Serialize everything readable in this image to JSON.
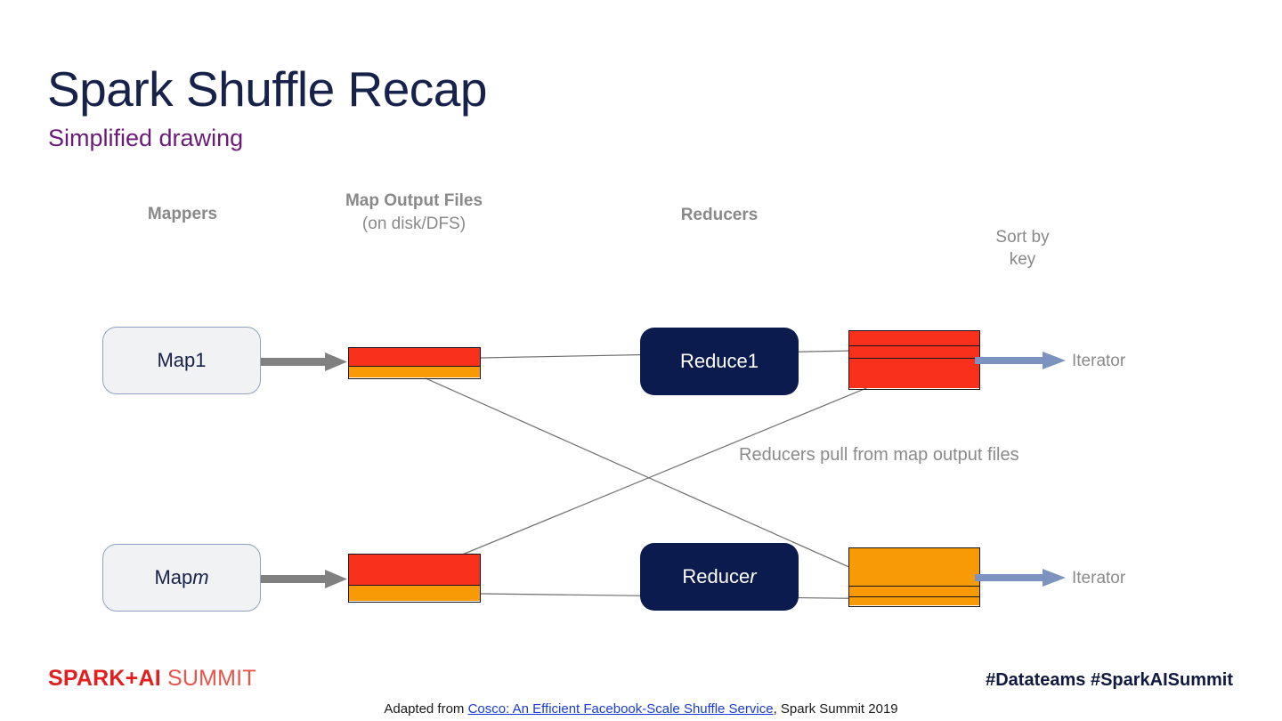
{
  "slide": {
    "title": "Spark Shuffle Recap",
    "subtitle": "Simplified drawing"
  },
  "headers": {
    "mappers": "Mappers",
    "map_output_files": "Map Output Files",
    "map_output_files_sub": "(on disk/DFS)",
    "reducers": "Reducers",
    "sort_by_key": "Sort by\nkey",
    "sort_by_key_line1": "Sort by",
    "sort_by_key_line2": "key"
  },
  "diagram": {
    "mappers": [
      {
        "label_prefix": "Map ",
        "label_suffix": "1",
        "italic_suffix": false
      },
      {
        "label_prefix": "Map ",
        "label_suffix": "m",
        "italic_suffix": true
      }
    ],
    "reducers": [
      {
        "label_prefix": "Reduce ",
        "label_suffix": "1",
        "italic_suffix": false
      },
      {
        "label_prefix": "Reduce ",
        "label_suffix": "r",
        "italic_suffix": true
      }
    ],
    "iterator_labels": [
      "Iterator",
      "Iterator"
    ],
    "annotation": "Reducers pull from map output files",
    "map_output_blocks": [
      {
        "name": "map-1-output",
        "segments": [
          {
            "color_name": "red",
            "hex": "#F8301C"
          },
          {
            "color_name": "orange",
            "hex": "#F89A06"
          }
        ]
      },
      {
        "name": "map-m-output",
        "segments": [
          {
            "color_name": "red",
            "hex": "#F8301C"
          },
          {
            "color_name": "orange",
            "hex": "#F89A06"
          }
        ]
      }
    ],
    "sort_blocks": [
      {
        "name": "reduce-1-sorted",
        "color_name": "red",
        "hex": "#F8301C",
        "partitions": 3
      },
      {
        "name": "reduce-r-sorted",
        "color_name": "orange",
        "hex": "#F89A06",
        "partitions": 3
      }
    ]
  },
  "colors": {
    "title_navy": "#17224B",
    "subtitle_purple": "#6B1A7A",
    "reduce_box_navy": "#0C1B4D",
    "map_box_fill": "#F1F2F4",
    "map_box_border": "#8FA3C0",
    "red": "#F8301C",
    "orange": "#F89A06",
    "gray_arrow": "#808080",
    "blue_arrow": "#7B93BE",
    "header_gray": "#898989",
    "connector_gray": "#6E6E6E",
    "brand_red": "#E02020",
    "link_blue": "#1A3BD6"
  },
  "footer": {
    "logo_bold": "SPARK+AI",
    "logo_light": " SUMMIT",
    "hashtags": "#Datateams  #SparkAISummit",
    "attribution_prefix": "Adapted from ",
    "attribution_link": "Cosco: An Efficient Facebook-Scale Shuffle Service",
    "attribution_suffix": ", Spark Summit 2019"
  }
}
